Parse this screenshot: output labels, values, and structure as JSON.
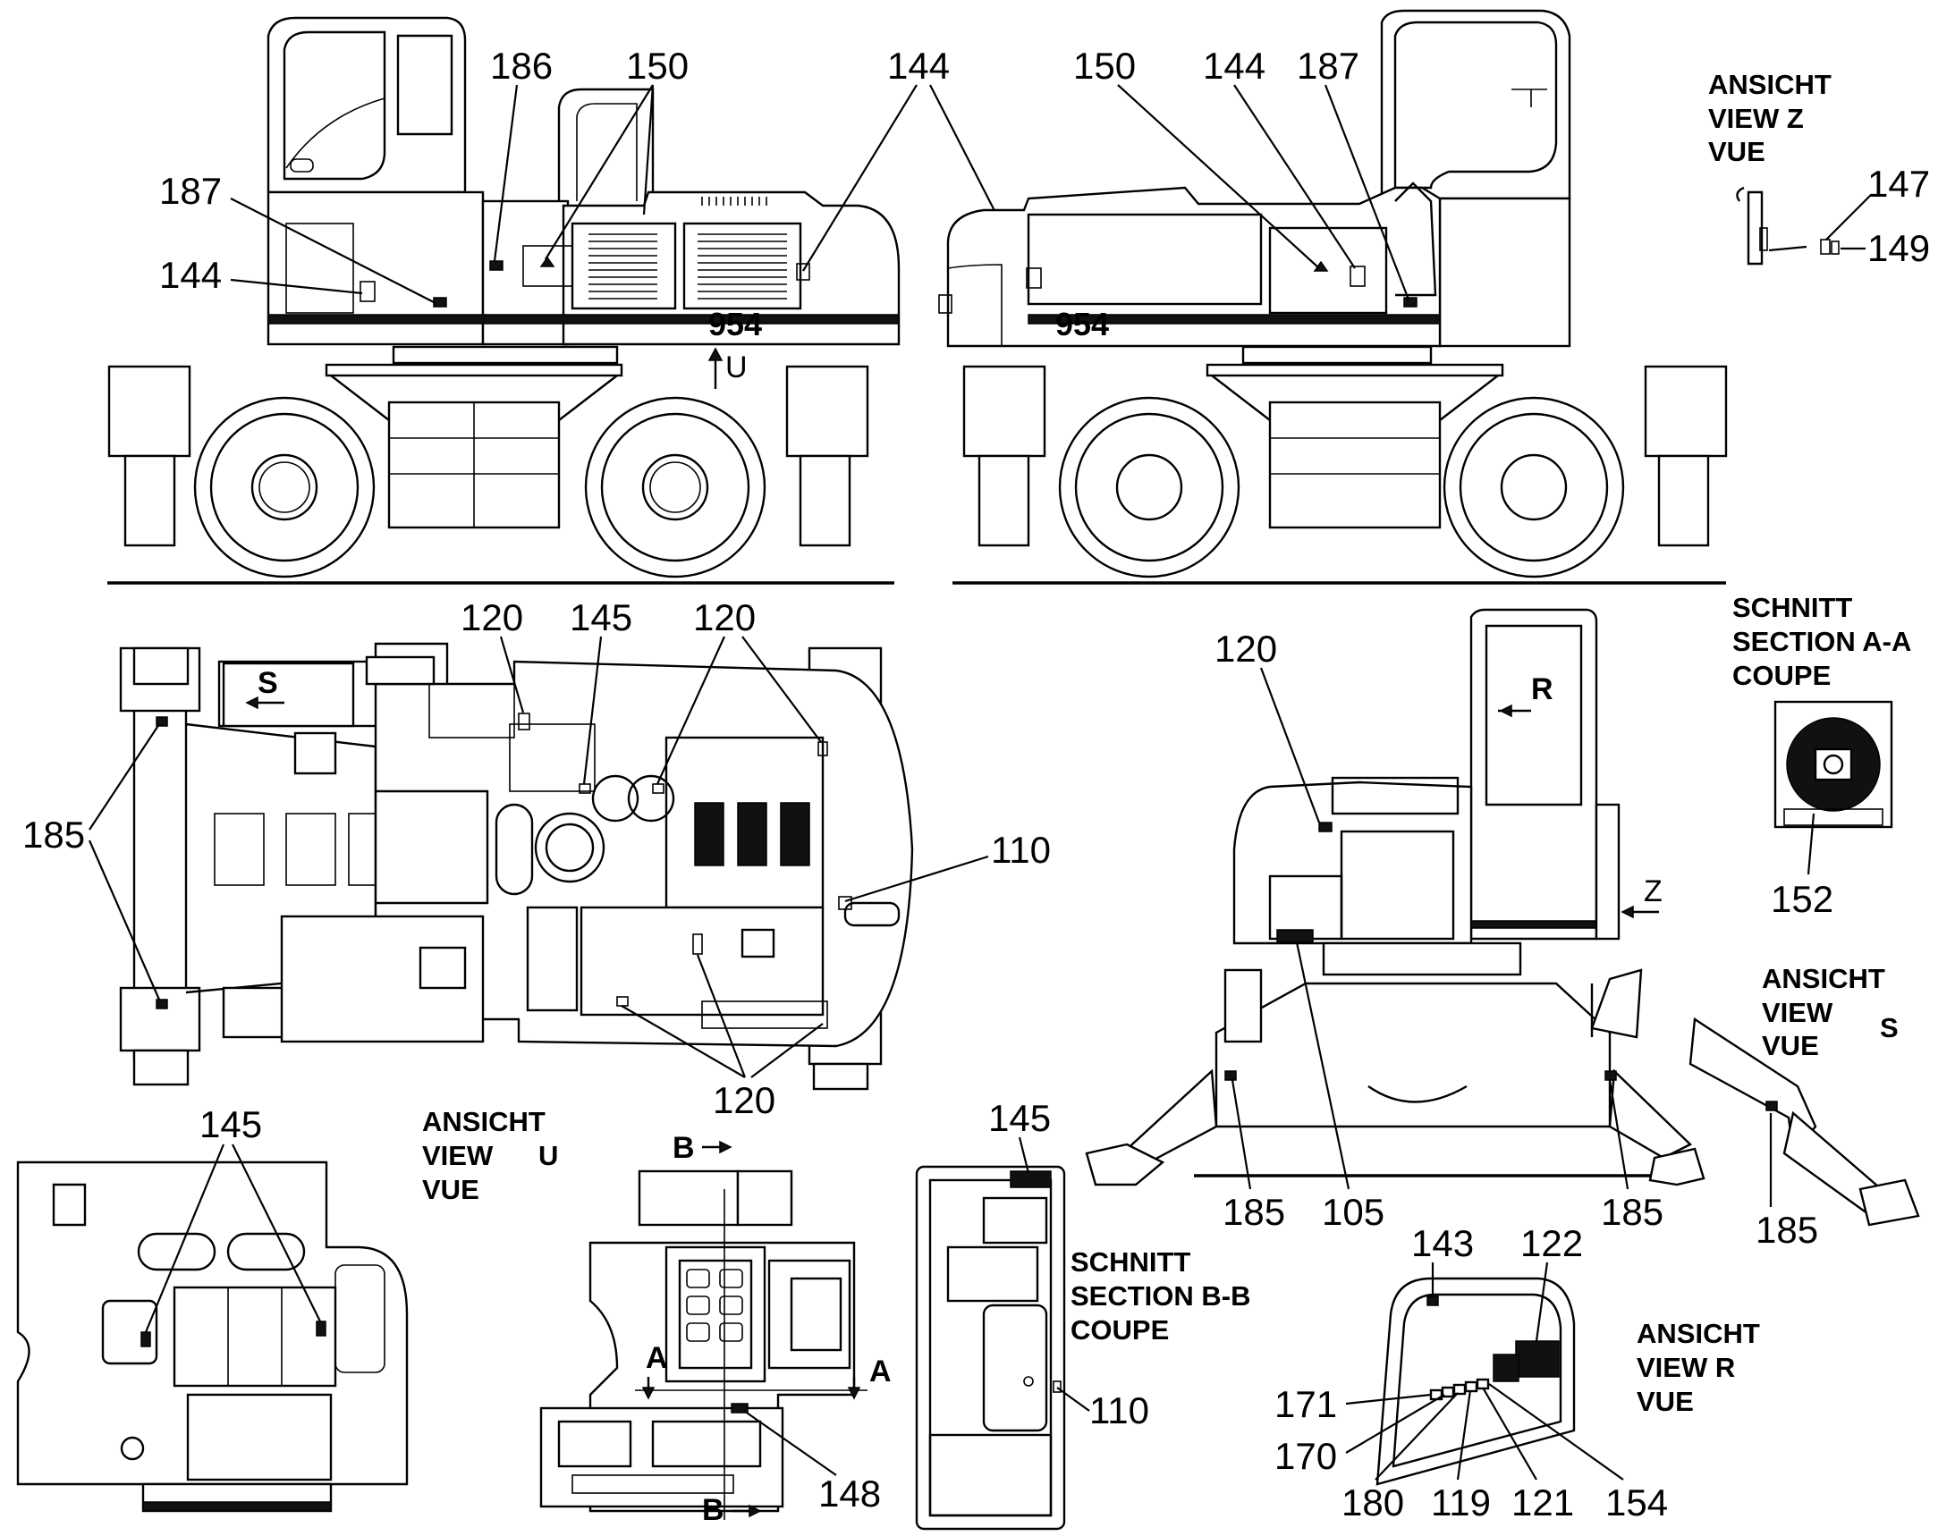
{
  "views": {
    "view_z": [
      "ANSICHT",
      "VIEW   Z",
      "VUE"
    ],
    "section_aa": [
      "SCHNITT",
      "SECTION  A-A",
      "COUPE"
    ],
    "view_s": [
      "ANSICHT",
      "VIEW",
      "S",
      "VUE"
    ],
    "view_u": [
      "ANSICHT",
      "VIEW",
      "U",
      "VUE"
    ],
    "section_bb": [
      "SCHNITT",
      "SECTION  B-B",
      "COUPE"
    ],
    "view_r": [
      "ANSICHT",
      "VIEW   R",
      "VUE"
    ]
  },
  "markers": {
    "u_arrow": "U",
    "s_arrow": "S",
    "r_arrow": "R",
    "z_arrow": "Z",
    "a": "A",
    "b": "B",
    "model": "954"
  },
  "callouts": {
    "side_left": [
      "186",
      "150",
      "144",
      "187",
      "144"
    ],
    "side_right": [
      "150",
      "144",
      "187"
    ],
    "view_z": [
      "147",
      "149"
    ],
    "top": [
      "120",
      "145",
      "120",
      "185",
      "110",
      "120"
    ],
    "rear": [
      "120",
      "185",
      "105",
      "185"
    ],
    "section_aa": [
      "152"
    ],
    "view_s": [
      "185"
    ],
    "view_u": [
      "145"
    ],
    "section_bb": [
      "145",
      "110"
    ],
    "center": [
      "148"
    ],
    "view_r": [
      "143",
      "122",
      "171",
      "170",
      "180",
      "119",
      "121",
      "154"
    ]
  }
}
